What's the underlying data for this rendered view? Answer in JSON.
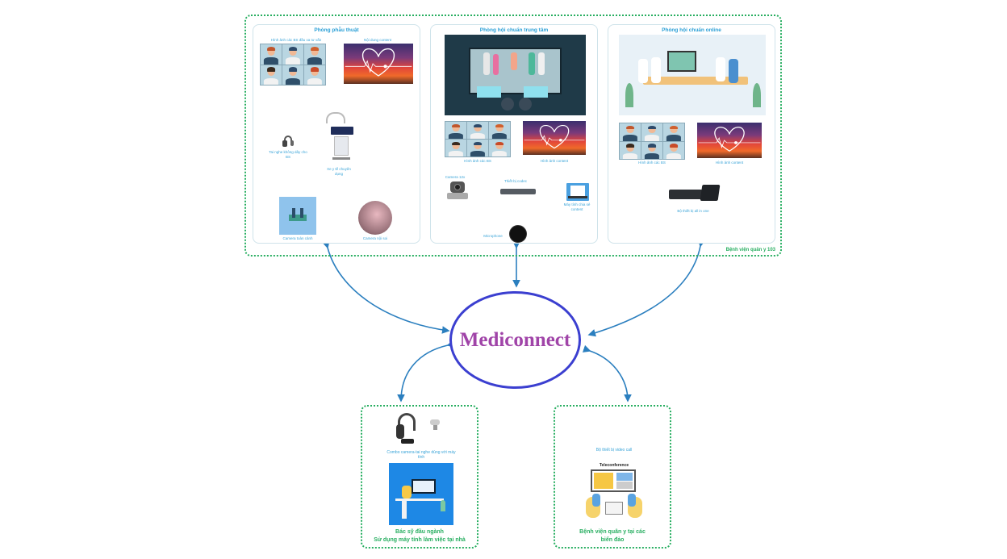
{
  "hub": {
    "label": "Mediconnect"
  },
  "hospital": {
    "label": "Bệnh viện quân y 103",
    "rooms": [
      {
        "title": "Phòng phẫu thuật",
        "labels": {
          "doctors_grid": "Hình ảnh các BS đầu xa tư vấn",
          "content": "Nội dung content",
          "headset": "Tai nghe không dây cho BS",
          "cart": "Xe y tế chuyên dụng",
          "camera_room": "Camera toàn cảnh",
          "camera_endo": "Camera nội soi"
        }
      },
      {
        "title": "Phòng hội chuẩn trung tâm",
        "labels": {
          "doctors_grid": "Hình ảnh các BS",
          "content": "Hình ảnh content",
          "camera": "Camera 12x",
          "codec": "Thiết bị codec",
          "laptop": "Máy tính chia sẻ content",
          "microphone": "Microphone"
        }
      },
      {
        "title": "Phòng hội chuẩn online",
        "labels": {
          "doctors_grid": "Hình ảnh các BS",
          "content": "Hình ảnh content",
          "allinone": "Bộ thiết bị all in one"
        }
      }
    ]
  },
  "sites": [
    {
      "title_line1": "Bác sỹ đầu ngành",
      "title_line2": "Sử dụng máy tính làm việc tại nhà",
      "device_label": "Combo camera-tai nghe dùng với máy tính"
    },
    {
      "title_line1": "Bệnh viện quân y tại các",
      "title_line2": "biển đảo",
      "device_label": "Bộ thiết bị video call",
      "screen_title": "Teleconference"
    }
  ],
  "colors": {
    "hub_border": "#3b3fd0",
    "hub_text": "#a044a8",
    "connector": "#2b7fbf",
    "inner_arrow": "#5bbfc4",
    "dotted_border": "#27ae60",
    "label_blue": "#3aa4d8"
  }
}
